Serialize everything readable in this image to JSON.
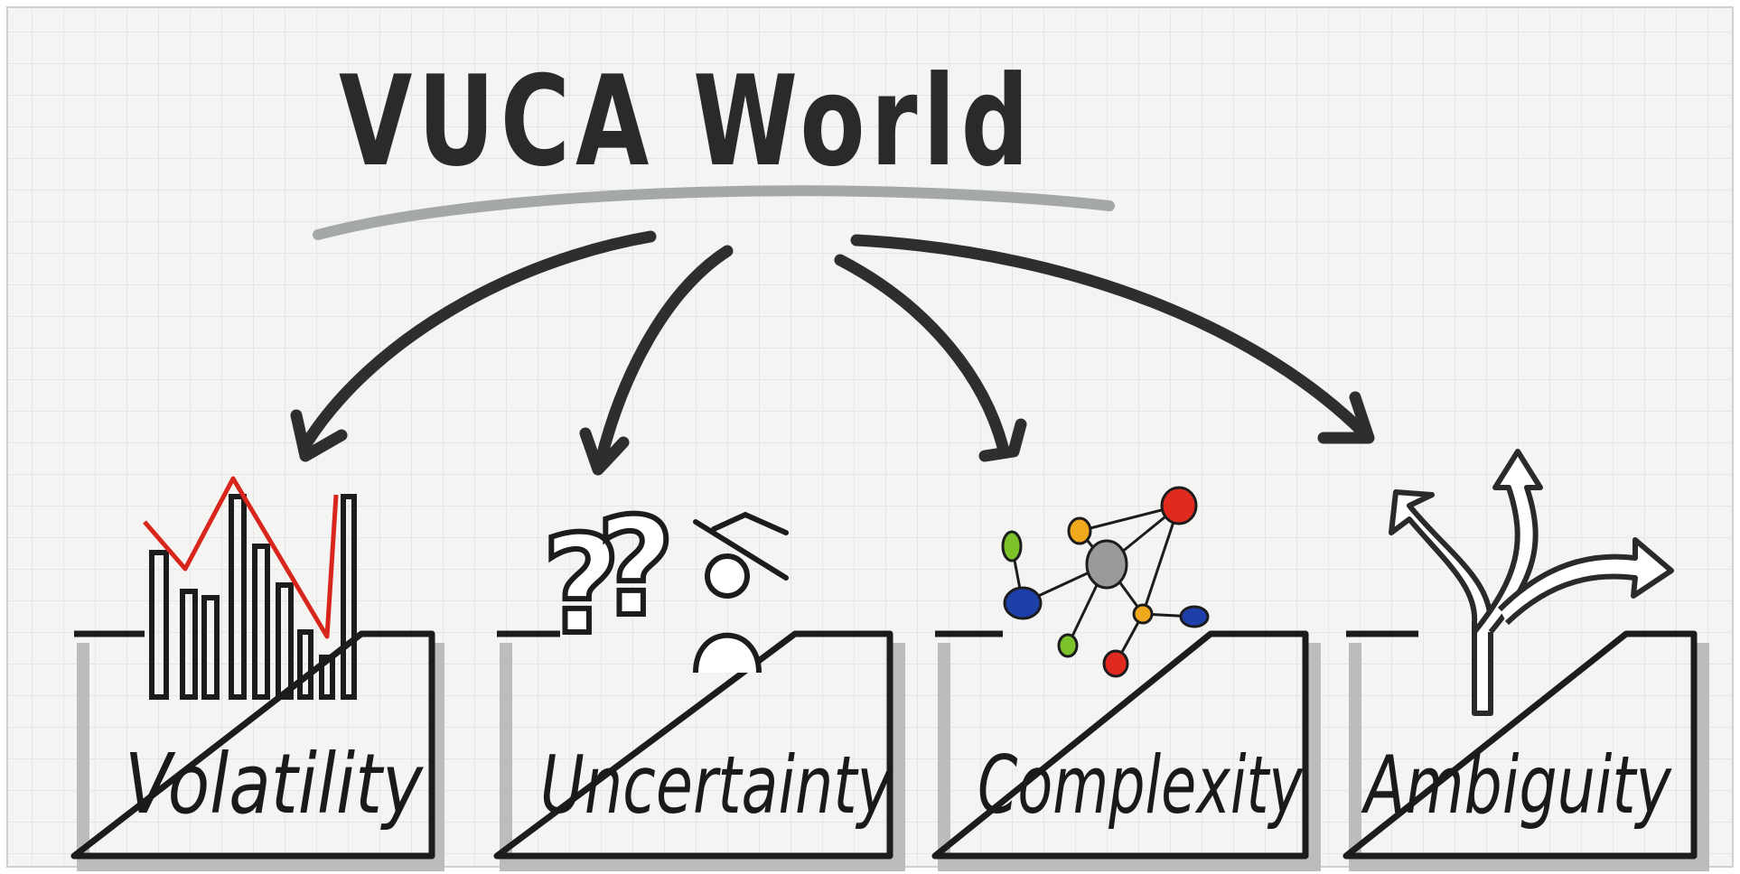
{
  "board": {
    "title": "VUCA World",
    "colors": {
      "paper": "#f4f4f2",
      "grid": "#dedede",
      "ink": "#1c1c1c",
      "shadow": "#b9b9b9",
      "accent_red": "#d9261c",
      "node_red": "#e02a1f",
      "node_blue": "#1f3fa8",
      "node_green": "#7cc22a",
      "node_yellow": "#f0a81c",
      "node_gray": "#9a9a9a"
    },
    "pillars": [
      {
        "label": "Volatility",
        "icon": "volatility-bar-chart-icon"
      },
      {
        "label": "Uncertainty",
        "icon": "question-marks-person-icon"
      },
      {
        "label": "Complexity",
        "icon": "network-nodes-icon"
      },
      {
        "label": "Ambiguity",
        "icon": "forked-path-arrow-icon"
      }
    ]
  }
}
